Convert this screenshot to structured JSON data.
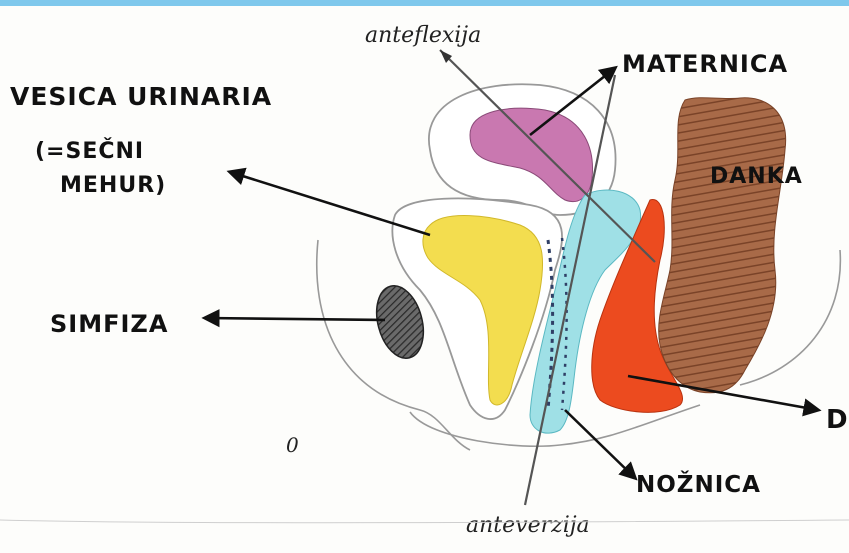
{
  "labels": {
    "vesica_urinaria": "VESICA URINARIA",
    "secni_line1": "(=SEČNI",
    "secni_line2": "MEHUR)",
    "simfiza": "SIMFIZA",
    "materníca": "MATERNICA",
    "danka": "DANKA",
    "noznica": "NOŽNICA",
    "anteflexija": "anteflexija",
    "anteverzija": "anteverzija",
    "d_cut": "D",
    "small_mark": "0"
  },
  "colors": {
    "uterus": "#c978b0",
    "bladder": "#f3dd4f",
    "vagina": "#9fe0e6",
    "douglas": "#ec4b1f",
    "rectum": "#9a5a3a",
    "symphysis": "#4a4a4a",
    "outline": "#888888",
    "top_band": "#7fc8ec"
  }
}
